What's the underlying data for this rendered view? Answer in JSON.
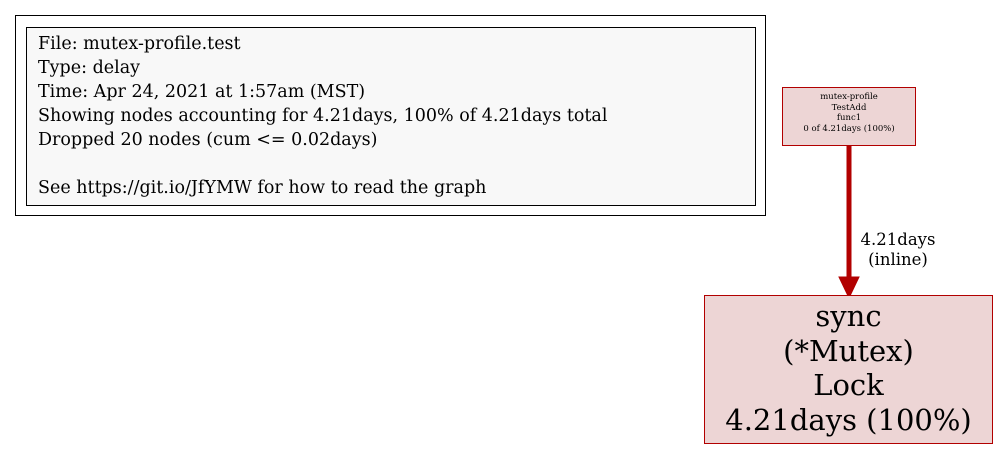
{
  "legend": {
    "lines": [
      "File: mutex-profile.test",
      "Type: delay",
      "Time: Apr 24, 2021 at 1:57am (MST)",
      "Showing nodes accounting for 4.21days, 100% of 4.21days total",
      "Dropped 20 nodes (cum <= 0.02days)",
      "See https://git.io/JfYMW for how to read the graph"
    ]
  },
  "nodes": {
    "caller": {
      "lines": [
        "mutex-profile",
        "TestAdd",
        "func1",
        "0 of 4.21days (100%)"
      ]
    },
    "callee": {
      "lines": [
        "sync",
        "(*Mutex)",
        "Lock",
        "4.21days (100%)"
      ]
    }
  },
  "edge": {
    "weight": "4.21days",
    "note": "(inline)"
  },
  "colors": {
    "edge": "#b20000",
    "node_border": "#b20000",
    "node_fill": "#edd5d5",
    "legend_fill": "#f8f8f8"
  }
}
